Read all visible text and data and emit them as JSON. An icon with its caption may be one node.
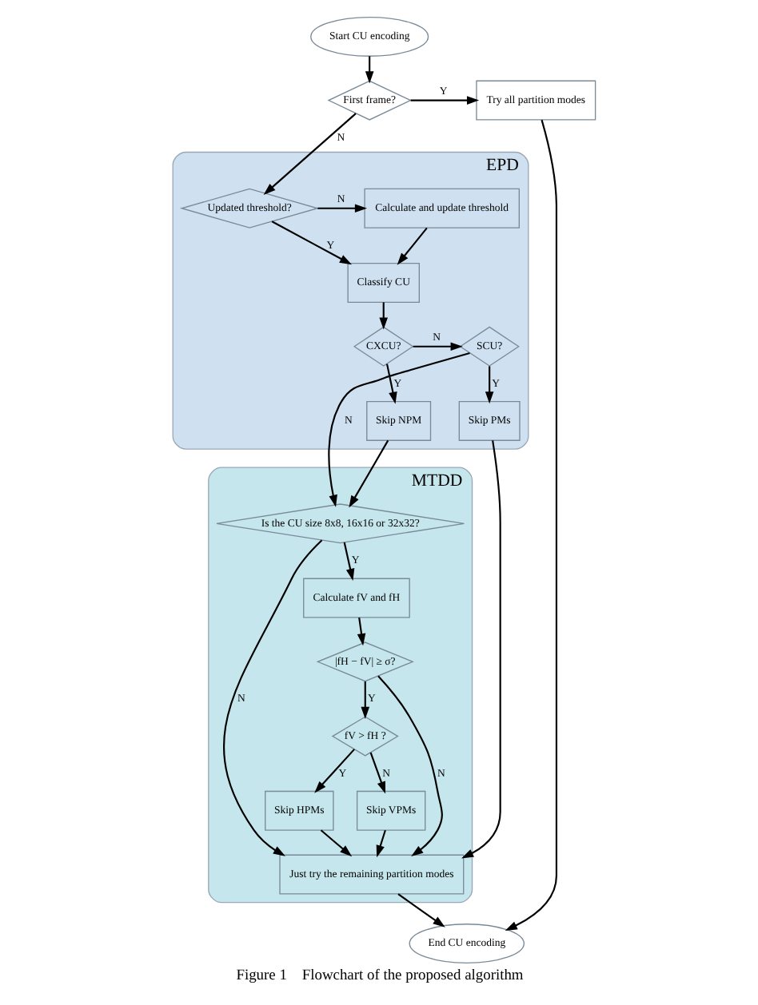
{
  "diagram": {
    "caption": "Figure 1    Flowchart of the proposed algorithm",
    "nodes": [
      {
        "text": [
          "Start CU encoding"
        ]
      },
      {
        "text": [
          "First frame?"
        ]
      },
      {
        "text": [
          "Try all partition modes"
        ]
      },
      {
        "text": [
          "EPD"
        ]
      },
      {
        "text": [
          "Updated threshold?"
        ],
        "in": 3
      },
      {
        "text": [
          "Calculate and update threshold"
        ],
        "in": 3
      },
      {
        "text": [
          "Classify CU"
        ],
        "in": 3
      },
      {
        "text": [
          "CXCU?"
        ],
        "in": 3
      },
      {
        "text": [
          "SCU?"
        ],
        "in": 3
      },
      {
        "text": [
          "Skip NPM"
        ],
        "in": 3
      },
      {
        "text": [
          "Skip PMs"
        ],
        "in": 3
      },
      {
        "text": [
          "MTDD"
        ]
      },
      {
        "text": [
          "Is the CU size 8x8, 16x16 or 32x32?"
        ],
        "in": 11
      },
      {
        "text": [
          "Calculate fV and fH"
        ],
        "in": 11
      },
      {
        "text": [
          "|fH − fV| ≥ σ?"
        ],
        "in": 11
      },
      {
        "text": [
          "fV > fH ?"
        ],
        "in": 11
      },
      {
        "text": [
          "Skip HPMs"
        ],
        "in": 11
      },
      {
        "text": [
          "Skip VPMs"
        ],
        "in": 11
      },
      {
        "text": [
          "Just try the remaining partition modes"
        ],
        "in": 11
      },
      {
        "text": [
          "End CU encoding"
        ]
      }
    ],
    "edges": [
      {
        "from": 0,
        "to": 1,
        "arrow": "to"
      },
      {
        "from": 1,
        "to": 2,
        "arrow": "to",
        "label": "Y"
      },
      {
        "from": 1,
        "to": 4,
        "arrow": "to",
        "label": "N"
      },
      {
        "from": 4,
        "to": 5,
        "arrow": "to",
        "label": "N"
      },
      {
        "from": 4,
        "to": 6,
        "arrow": "to",
        "label": "Y"
      },
      {
        "from": 5,
        "to": 6,
        "arrow": "to"
      },
      {
        "from": 6,
        "to": 7,
        "arrow": "to"
      },
      {
        "from": 7,
        "to": 8,
        "arrow": "to",
        "label": "N"
      },
      {
        "from": 7,
        "to": 9,
        "arrow": "to",
        "label": "Y"
      },
      {
        "from": 8,
        "to": 10,
        "arrow": "to",
        "label": "Y"
      },
      {
        "from": 8,
        "to": 12,
        "arrow": "to",
        "label": "N"
      },
      {
        "from": 9,
        "to": 12,
        "arrow": "to"
      },
      {
        "from": 10,
        "to": 18,
        "arrow": "to"
      },
      {
        "from": 12,
        "to": 18,
        "arrow": "to",
        "label": "N"
      },
      {
        "from": 12,
        "to": 13,
        "arrow": "to",
        "label": "Y"
      },
      {
        "from": 13,
        "to": 14,
        "arrow": "to"
      },
      {
        "from": 14,
        "to": 18,
        "arrow": "to",
        "label": "N"
      },
      {
        "from": 14,
        "to": 15,
        "arrow": "to",
        "label": "Y"
      },
      {
        "from": 15,
        "to": 16,
        "arrow": "to",
        "label": "Y"
      },
      {
        "from": 15,
        "to": 17,
        "arrow": "to",
        "label": "N"
      },
      {
        "from": 16,
        "to": 18,
        "arrow": "to"
      },
      {
        "from": 17,
        "to": 18,
        "arrow": "to"
      },
      {
        "from": 18,
        "to": 19,
        "arrow": "to"
      },
      {
        "from": 2,
        "to": 19,
        "arrow": "to"
      }
    ]
  }
}
